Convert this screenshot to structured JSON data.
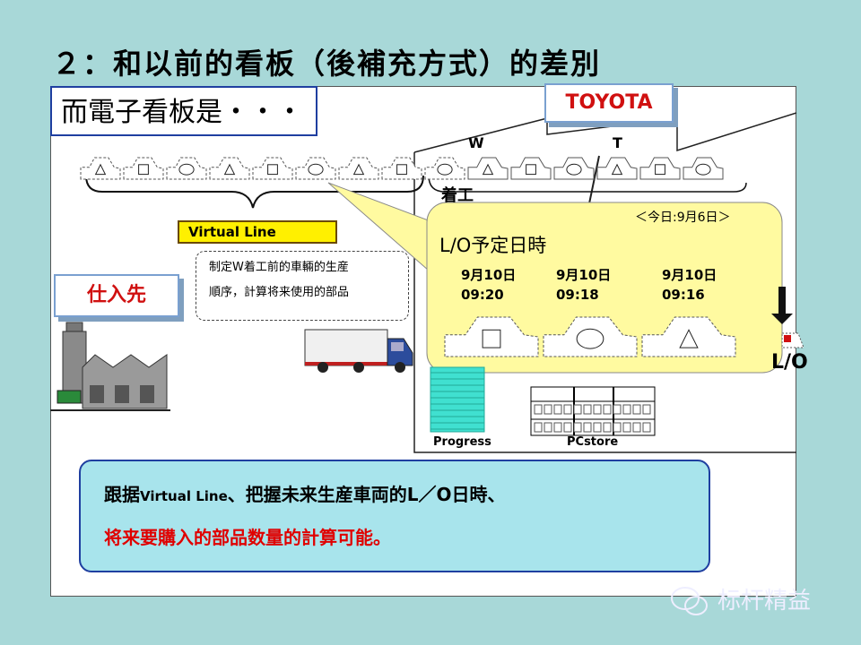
{
  "title": "２：和以前的看板（後補充方式）的差別",
  "electronic_label": "而電子看板是・・・",
  "toyota_label": "TOYOTA",
  "supplier_label": "仕入先",
  "virtual_line_label": "Virtual  Line",
  "note_lines": [
    "制定W着工前的車輛的生産",
    "順序，計算将来使用的部品"
  ],
  "factory": {
    "w_label": "W",
    "t_label": "T",
    "start_label": "着工",
    "lo_label": "L/O"
  },
  "callout": {
    "today": "＜今日:9月6日＞",
    "title": "L/O予定日時",
    "slots": [
      {
        "date": "9月10日",
        "time": "09:20",
        "shape": "square"
      },
      {
        "date": "9月10日",
        "time": "09:18",
        "shape": "circle"
      },
      {
        "date": "9月10日",
        "time": "09:16",
        "shape": "triangle"
      }
    ]
  },
  "progress_label": "Progress",
  "pcstore_label": "PCstore",
  "bottom": {
    "line1_a": "跟据",
    "line1_b": "Virtual  Line",
    "line1_c": "、把握未来生産車両的L／O日時、",
    "line2": "将来要購入的部品数量的計算可能。"
  },
  "watermark": "标杆精益",
  "colors": {
    "accent_red": "#d01010",
    "callout_yellow": "#fffaa0",
    "virtual_yellow": "#fff000",
    "background": "#a8d8d8",
    "bottom_box": "#a8e4ec",
    "border_blue": "#1f3fa0"
  },
  "virtual_line_shapes": [
    "triangle",
    "square",
    "circle",
    "triangle",
    "square",
    "circle",
    "triangle",
    "square",
    "circle"
  ],
  "real_line_shapes": [
    "triangle",
    "square",
    "circle",
    "triangle",
    "square",
    "circle"
  ]
}
